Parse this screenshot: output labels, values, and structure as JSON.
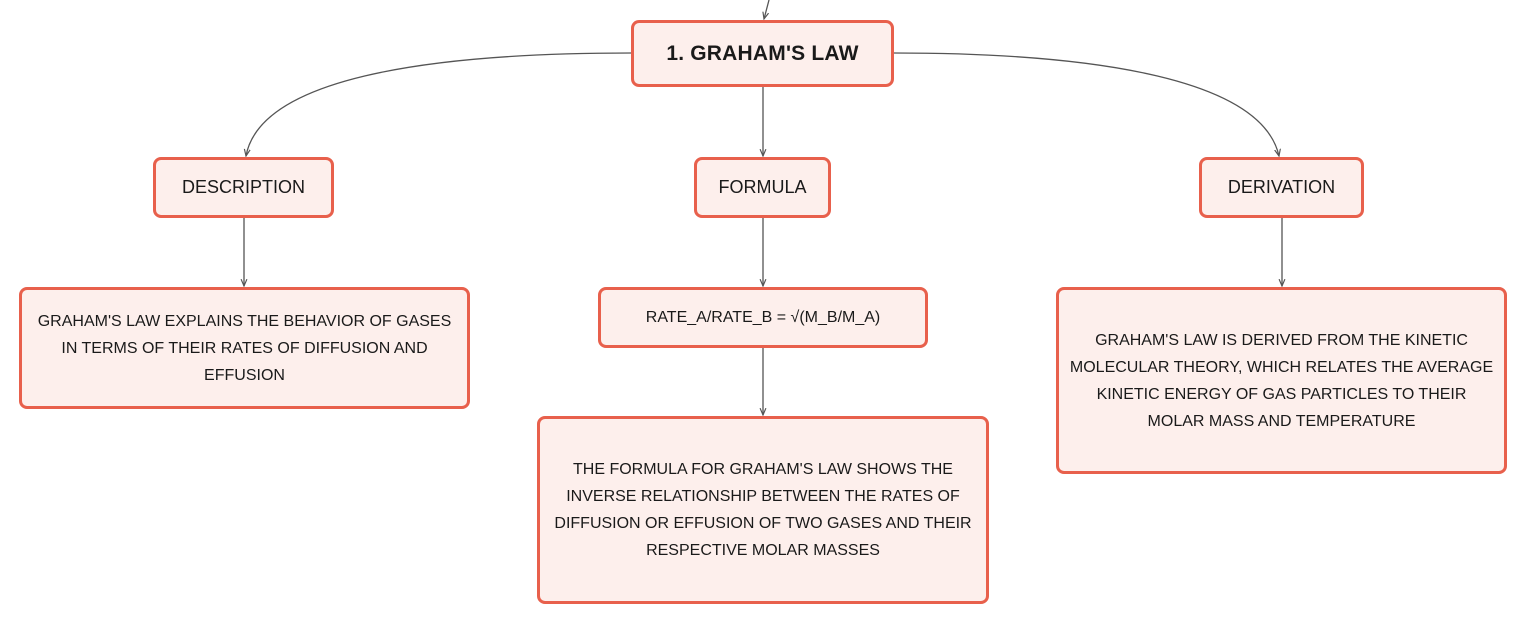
{
  "diagram": {
    "root": {
      "label": "1. GRAHAM'S LAW"
    },
    "branches": {
      "description": {
        "label": "DESCRIPTION",
        "detail": "GRAHAM'S LAW EXPLAINS THE BEHAVIOR OF GASES IN TERMS OF THEIR RATES OF DIFFUSION AND EFFUSION"
      },
      "formula": {
        "label": "FORMULA",
        "expression": "RATE_A/RATE_B = √(M_B/M_A)",
        "detail": "THE FORMULA FOR GRAHAM'S LAW SHOWS THE INVERSE RELATIONSHIP BETWEEN THE RATES OF DIFFUSION OR EFFUSION OF TWO GASES AND THEIR RESPECTIVE MOLAR MASSES"
      },
      "derivation": {
        "label": "DERIVATION",
        "detail": "GRAHAM'S LAW IS DERIVED FROM THE KINETIC MOLECULAR THEORY, WHICH RELATES THE AVERAGE KINETIC ENERGY OF GAS PARTICLES TO THEIR MOLAR MASS AND TEMPERATURE"
      }
    },
    "colors": {
      "node_border": "#e8604c",
      "node_fill": "#fdefec",
      "connector": "#555555"
    }
  }
}
